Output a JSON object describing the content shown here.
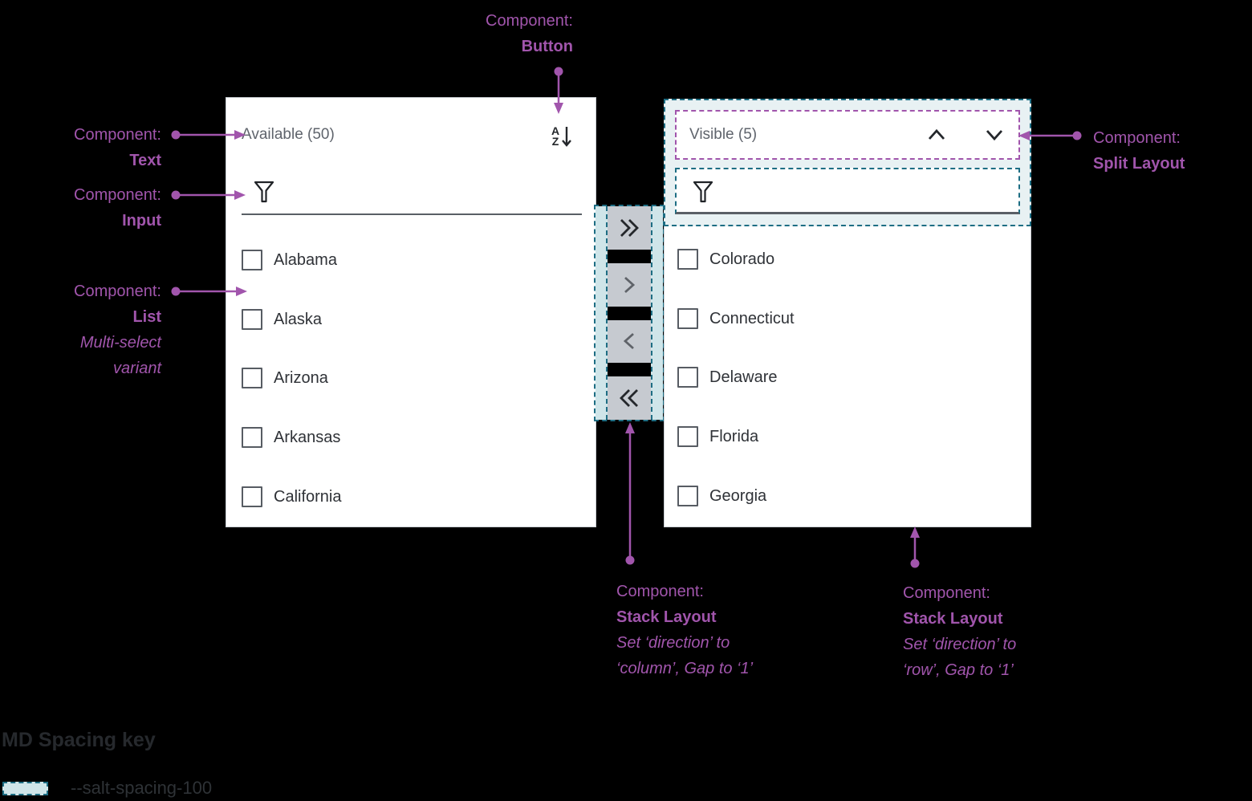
{
  "colors": {
    "accent_purple": "#a155ac",
    "teal_border": "#1e6e84",
    "teal_fill": "#cfe5e9",
    "teal_fill_light": "#e8f1f3",
    "button_gray": "#c6cad0"
  },
  "left_panel": {
    "title": "Available (50)",
    "items": [
      "Alabama",
      "Alaska",
      "Arizona",
      "Arkansas",
      "California"
    ]
  },
  "right_panel": {
    "title": "Visible (5)",
    "items": [
      "Colorado",
      "Connecticut",
      "Delaware",
      "Florida",
      "Georgia"
    ]
  },
  "transfer": {
    "buttons": [
      {
        "name": "move-all-right",
        "icon": "double-chevron-right-icon"
      },
      {
        "name": "move-right",
        "icon": "chevron-right-icon"
      },
      {
        "name": "move-left",
        "icon": "chevron-left-icon"
      },
      {
        "name": "move-all-left",
        "icon": "double-chevron-left-icon"
      }
    ]
  },
  "annotations": {
    "text": {
      "prefix": "Component:",
      "label": "Text"
    },
    "input": {
      "prefix": "Component:",
      "label": "Input"
    },
    "list": {
      "prefix": "Component:",
      "label": "List",
      "note1": "Multi-select",
      "note2": "variant"
    },
    "button": {
      "prefix": "Component:",
      "label": "Button"
    },
    "split": {
      "prefix": "Component:",
      "label": "Split Layout"
    },
    "stack_column": {
      "prefix": "Component:",
      "label": "Stack Layout",
      "note1": "Set ‘direction’ to",
      "note2": "‘column’, Gap to ‘1’"
    },
    "stack_row": {
      "prefix": "Component:",
      "label": "Stack Layout",
      "note1": "Set ‘direction’ to",
      "note2": "‘row’, Gap to ‘1’"
    }
  },
  "spacing_key": {
    "title": "MD Spacing key",
    "token": "--salt-spacing-100"
  }
}
